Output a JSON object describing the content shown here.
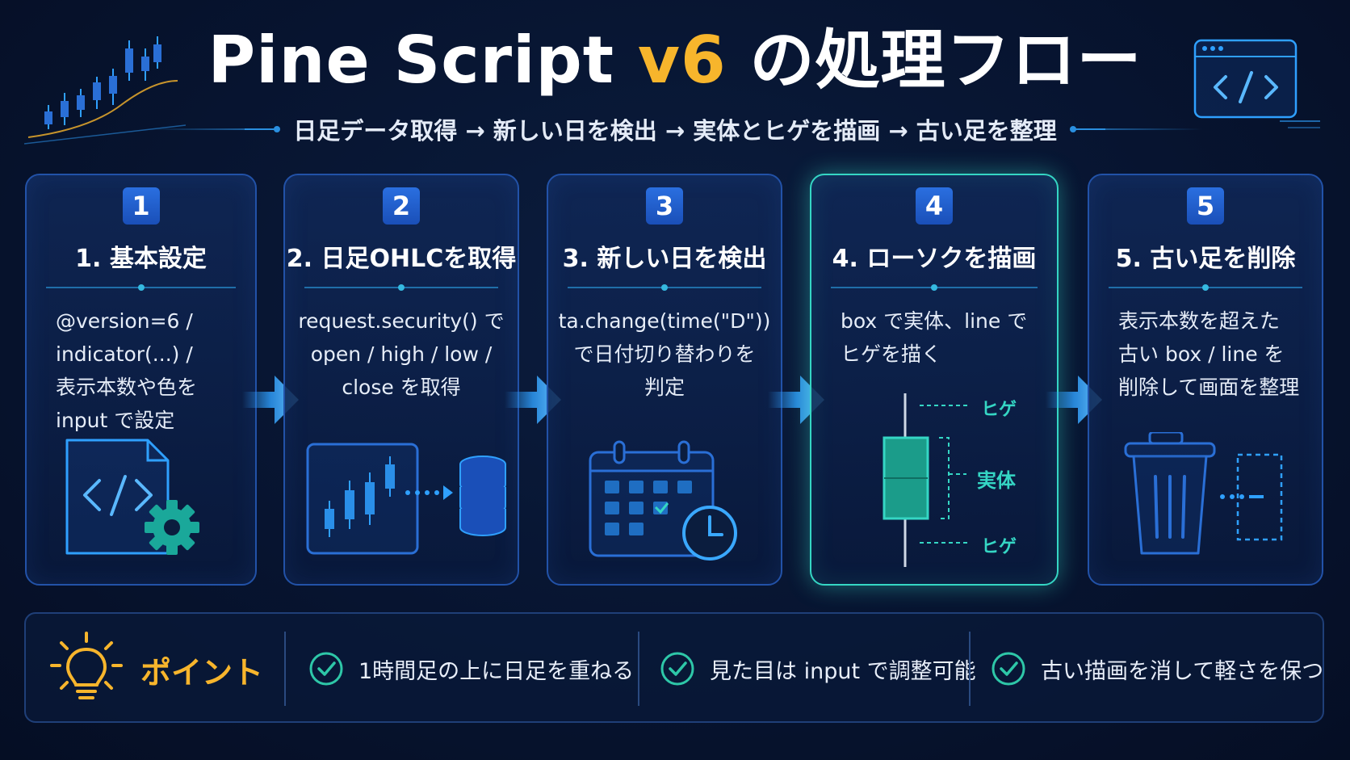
{
  "title": {
    "main": "Pine Script ",
    "accent": "v6",
    "suffix": " の処理フロー"
  },
  "subtitle": "日足データ取得 → 新しい日を検出 → 実体とヒゲを描画 → 古い足を整理",
  "steps": [
    {
      "badge": "1",
      "title": "1. 基本設定",
      "desc": "@version=6 /\nindicator(...) /\n表示本数や色を\ninput で設定",
      "icon": "code-file-gear-icon"
    },
    {
      "badge": "2",
      "title": "2. 日足OHLCを取得",
      "desc": "request.security() で\nopen / high / low /\nclose を取得",
      "icon": "candles-to-database-icon"
    },
    {
      "badge": "3",
      "title": "3. 新しい日を検出",
      "desc": "ta.change(time(\"D\"))\nで日付切り替わりを\n判定",
      "icon": "calendar-clock-icon"
    },
    {
      "badge": "4",
      "title": "4. ローソクを描画",
      "desc": "box で実体、line で\nヒゲを描く",
      "icon": "candlestick-icon",
      "labels": {
        "upper_wick": "ヒゲ",
        "body": "実体",
        "lower_wick": "ヒゲ"
      }
    },
    {
      "badge": "5",
      "title": "5. 古い足を削除",
      "desc": "表示本数を超えた\n古い box / line を\n削除して画面を整理",
      "icon": "trash-icon"
    }
  ],
  "points": {
    "title": "ポイント",
    "items": [
      "1時間足の上に日足を重ねる",
      "見た目は input で調整可能",
      "古い描画を消して軽さを保つ"
    ]
  },
  "colors": {
    "accent": "#f7b52c",
    "step_border": "#2252a8",
    "highlight": "#35d6c4",
    "arrow": "#2fa0ff",
    "check": "#2ec7a8"
  }
}
